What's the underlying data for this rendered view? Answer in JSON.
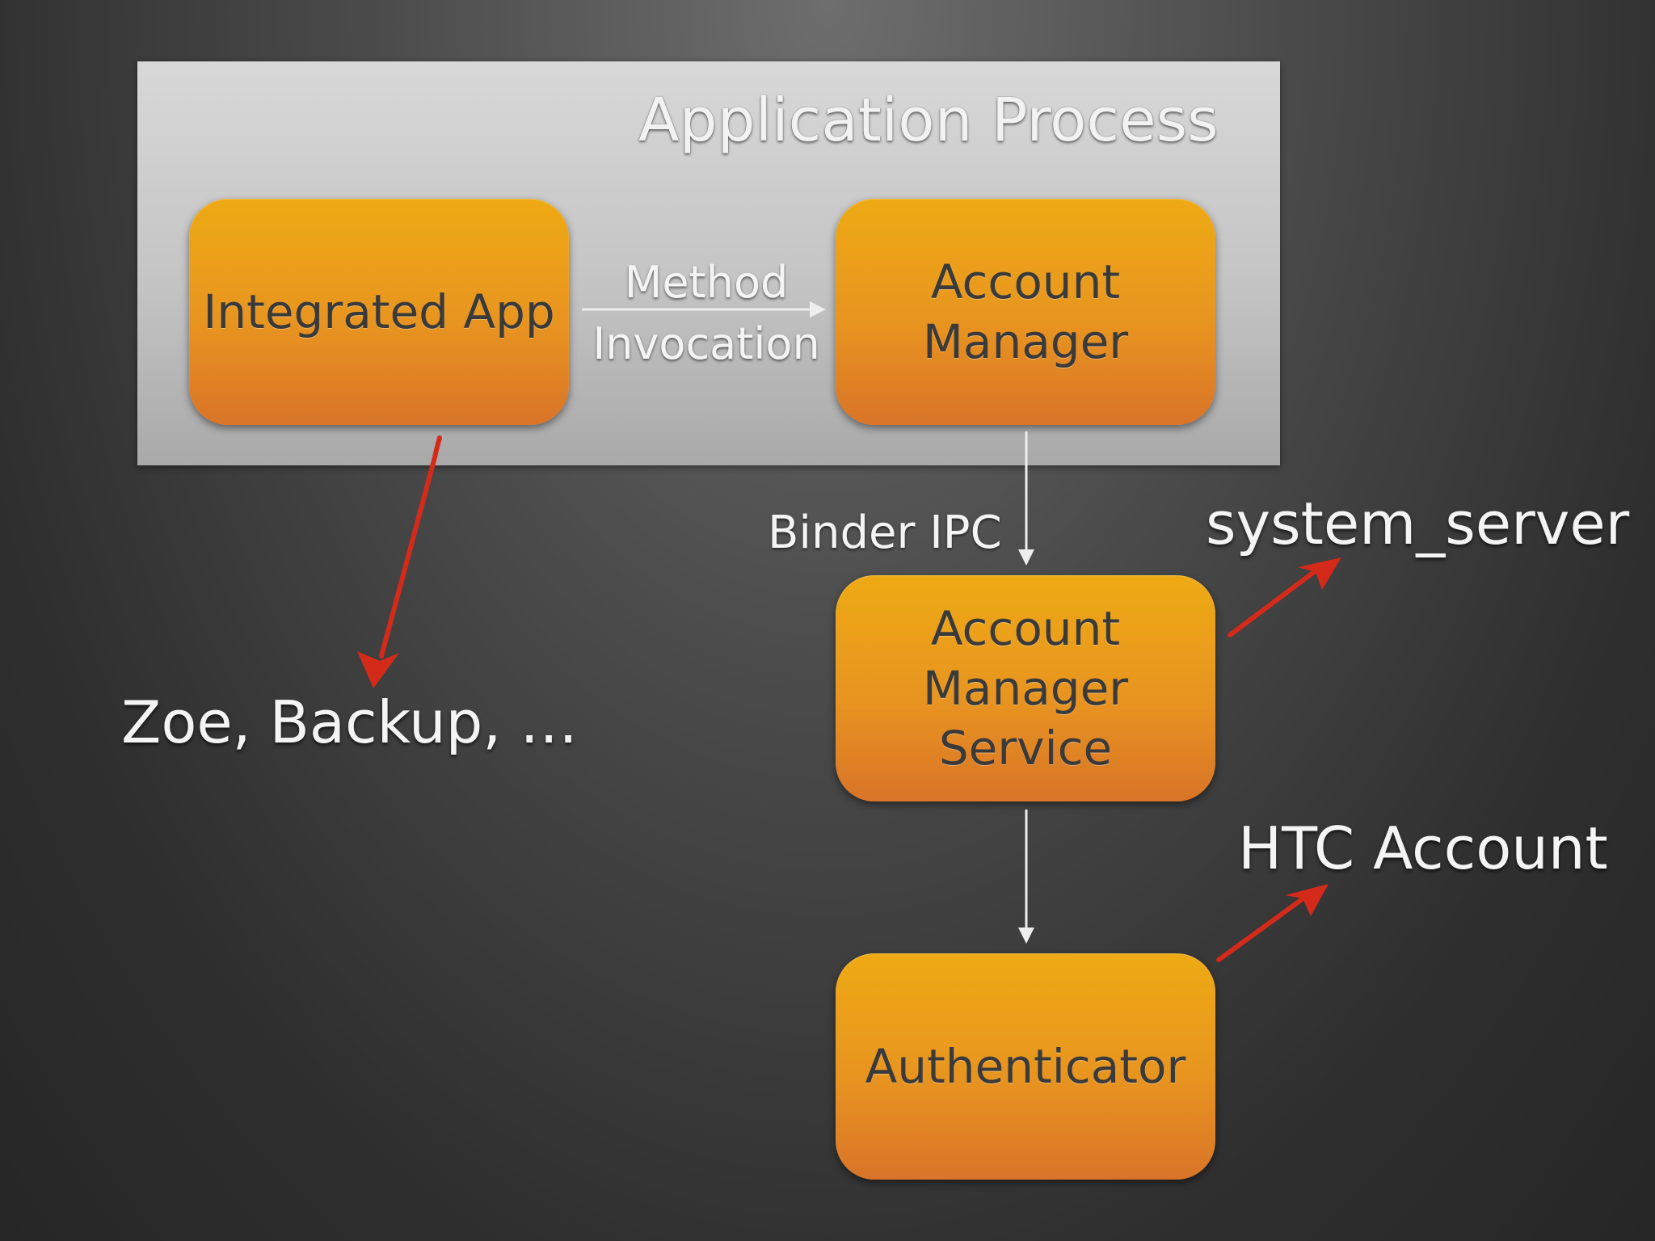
{
  "process": {
    "title": "Application Process"
  },
  "nodes": {
    "integrated_app": "Integrated App",
    "account_manager": "Account\nManager",
    "account_manager_service": "Account\nManager\nService",
    "authenticator": "Authenticator"
  },
  "edges": {
    "method_invocation": [
      "Method",
      "Invocation"
    ],
    "binder_ipc": "Binder IPC"
  },
  "annotations": {
    "zoe_backup": "Zoe, Backup, …",
    "system_server": "system_server",
    "htc_account": "HTC Account"
  },
  "colors": {
    "node_fill": "#e89420",
    "annotation_arrow": "#d42a1a",
    "edge_arrow": "#eeeeee"
  }
}
